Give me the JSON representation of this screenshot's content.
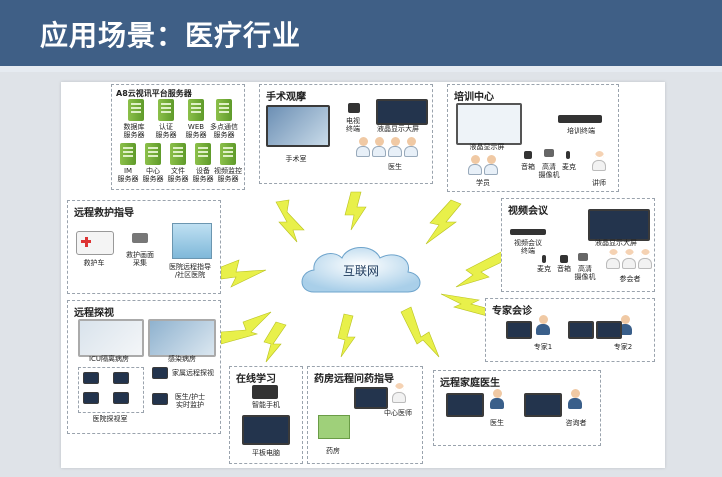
{
  "header": {
    "title": "应用场景：医疗行业"
  },
  "cloud": {
    "label": "互联网"
  },
  "cloud_servers": {
    "title": "A8云视讯平台服务器",
    "row1": [
      "数据库\n服务器",
      "认证\n服务器",
      "WEB\n服务器",
      "多点通信\n服务器"
    ],
    "row2": [
      "IM\n服务器",
      "中心\n服务器",
      "文件\n服务器",
      "设备\n服务器",
      "视频监控\n服务器"
    ]
  },
  "surgery": {
    "title": "手术观摩",
    "or_label": "手术室",
    "terminal": "电视\n终端",
    "display": "液晶显示大屏",
    "doctors": "医生"
  },
  "training": {
    "title": "培训中心",
    "display": "液晶显示屏",
    "terminal": "培训终端",
    "mic": "音箱",
    "camera": "高清\n摄像机",
    "speaker": "麦克",
    "students": "学员",
    "teacher": "讲师"
  },
  "rescue": {
    "title": "远程救护指导",
    "ambulance": "救护车",
    "capture": "救护画面\n采集",
    "hospital": "医院远程指导\n/社区医院"
  },
  "video_conf": {
    "title": "视频会议",
    "terminal": "视频会议\n终端",
    "display": "液晶显示大屏",
    "mic": "麦克",
    "speaker": "音箱",
    "camera": "高清\n摄像机",
    "attendees": "参会者"
  },
  "remote_visit": {
    "title": "远程探视",
    "icu": "ICU隔离病房",
    "infect": "感染病房",
    "family": "家属远程探视",
    "doctor_nurse": "医生/护士\n实时监护",
    "visit_room": "医院探视室"
  },
  "expert": {
    "title": "专家会诊",
    "expert1": "专家1",
    "expert2": "专家2"
  },
  "online": {
    "title": "在线学习",
    "phone": "智能手机",
    "tablet": "平板电脑"
  },
  "pharmacy": {
    "title": "药房远程问药指导",
    "center_doctor": "中心医师",
    "pharmacy": "药房"
  },
  "family_doctor": {
    "title": "远程家庭医生",
    "doctor": "医生",
    "patient": "咨询者"
  }
}
